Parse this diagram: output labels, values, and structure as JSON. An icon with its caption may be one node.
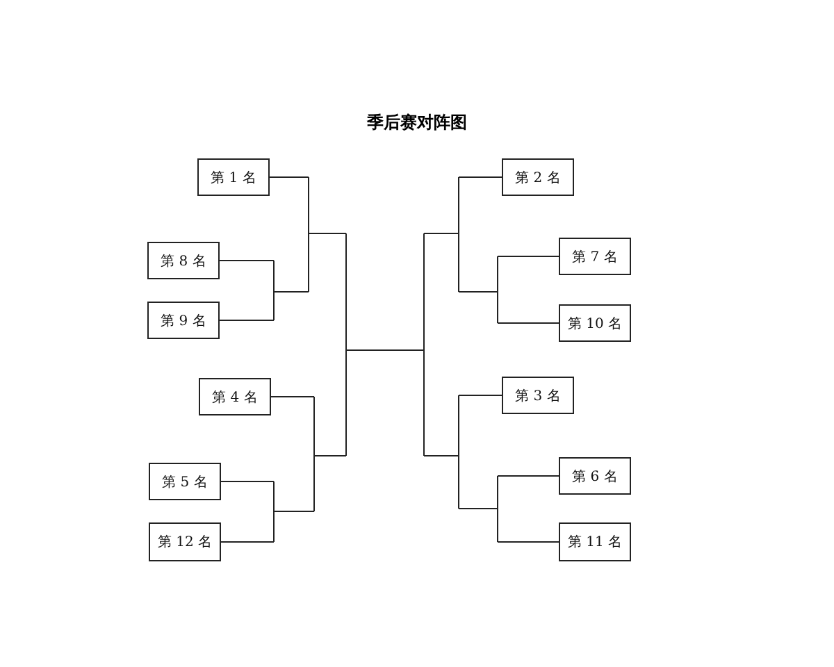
{
  "diagram": {
    "title": "季后赛对阵图",
    "nodes": [
      {
        "text": [
          "第 1 名"
        ]
      },
      {
        "text": [
          "第 8 名"
        ]
      },
      {
        "text": [
          "第 9 名"
        ]
      },
      {
        "text": [
          "第 4 名"
        ]
      },
      {
        "text": [
          "第 5 名"
        ]
      },
      {
        "text": [
          "第 12 名"
        ]
      },
      {
        "text": [
          "第 2 名"
        ]
      },
      {
        "text": [
          "第 7 名"
        ]
      },
      {
        "text": [
          "第 10 名"
        ]
      },
      {
        "text": [
          "第 3 名"
        ]
      },
      {
        "text": [
          "第 6 名"
        ]
      },
      {
        "text": [
          "第 11 名"
        ]
      }
    ],
    "edges": [
      {
        "from": 0,
        "to": null,
        "arrow": "none"
      },
      {
        "from": 1,
        "to": null,
        "arrow": "none"
      },
      {
        "from": 2,
        "to": null,
        "arrow": "none"
      },
      {
        "from": 3,
        "to": null,
        "arrow": "none"
      },
      {
        "from": 4,
        "to": null,
        "arrow": "none"
      },
      {
        "from": 5,
        "to": null,
        "arrow": "none"
      },
      {
        "from": 6,
        "to": null,
        "arrow": "none"
      },
      {
        "from": 7,
        "to": null,
        "arrow": "none"
      },
      {
        "from": 8,
        "to": null,
        "arrow": "none"
      },
      {
        "from": 9,
        "to": null,
        "arrow": "none"
      },
      {
        "from": 10,
        "to": null,
        "arrow": "none"
      },
      {
        "from": 11,
        "to": null,
        "arrow": "none"
      }
    ]
  }
}
